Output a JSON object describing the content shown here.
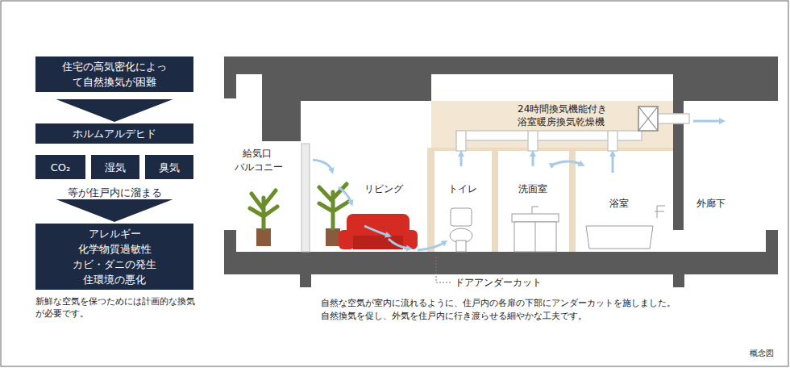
{
  "diagram": {
    "nodes": [
      {
        "text": [
          "住宅の高気密化によって自然換気が困難"
        ]
      },
      {
        "text": [
          "ホルムアルデヒド"
        ]
      },
      {
        "text": [
          "CO₂"
        ]
      },
      {
        "text": [
          "湿気"
        ]
      },
      {
        "text": [
          "臭気"
        ]
      },
      {
        "text": [
          "アレルギー 化学物質過敏性 カビ・ダニの発生 住環境の悪化"
        ]
      }
    ],
    "edges": [
      {
        "from": 0,
        "to": 1,
        "arrow": "to"
      },
      {
        "from": 3,
        "to": 5,
        "arrow": "to"
      }
    ],
    "labels": [
      "等が住戸内に溜まる",
      "新鮮な空気を保つためには計画的な換気が必要です。",
      "給気口",
      "バルコニー",
      "リビング",
      "トイレ",
      "洗面室",
      "浴室",
      "外廊下",
      "24時間換気機能付き",
      "浴室暖房換気乾燥機",
      "ドアアンダーカット",
      "自然な空気が室内に流れるように、住戸内の各扉の下部にアンダーカットを施しました。",
      "自然換気を促し、外気を住戸内に行き渡らせる細やかな工夫です。",
      "概念図"
    ]
  }
}
